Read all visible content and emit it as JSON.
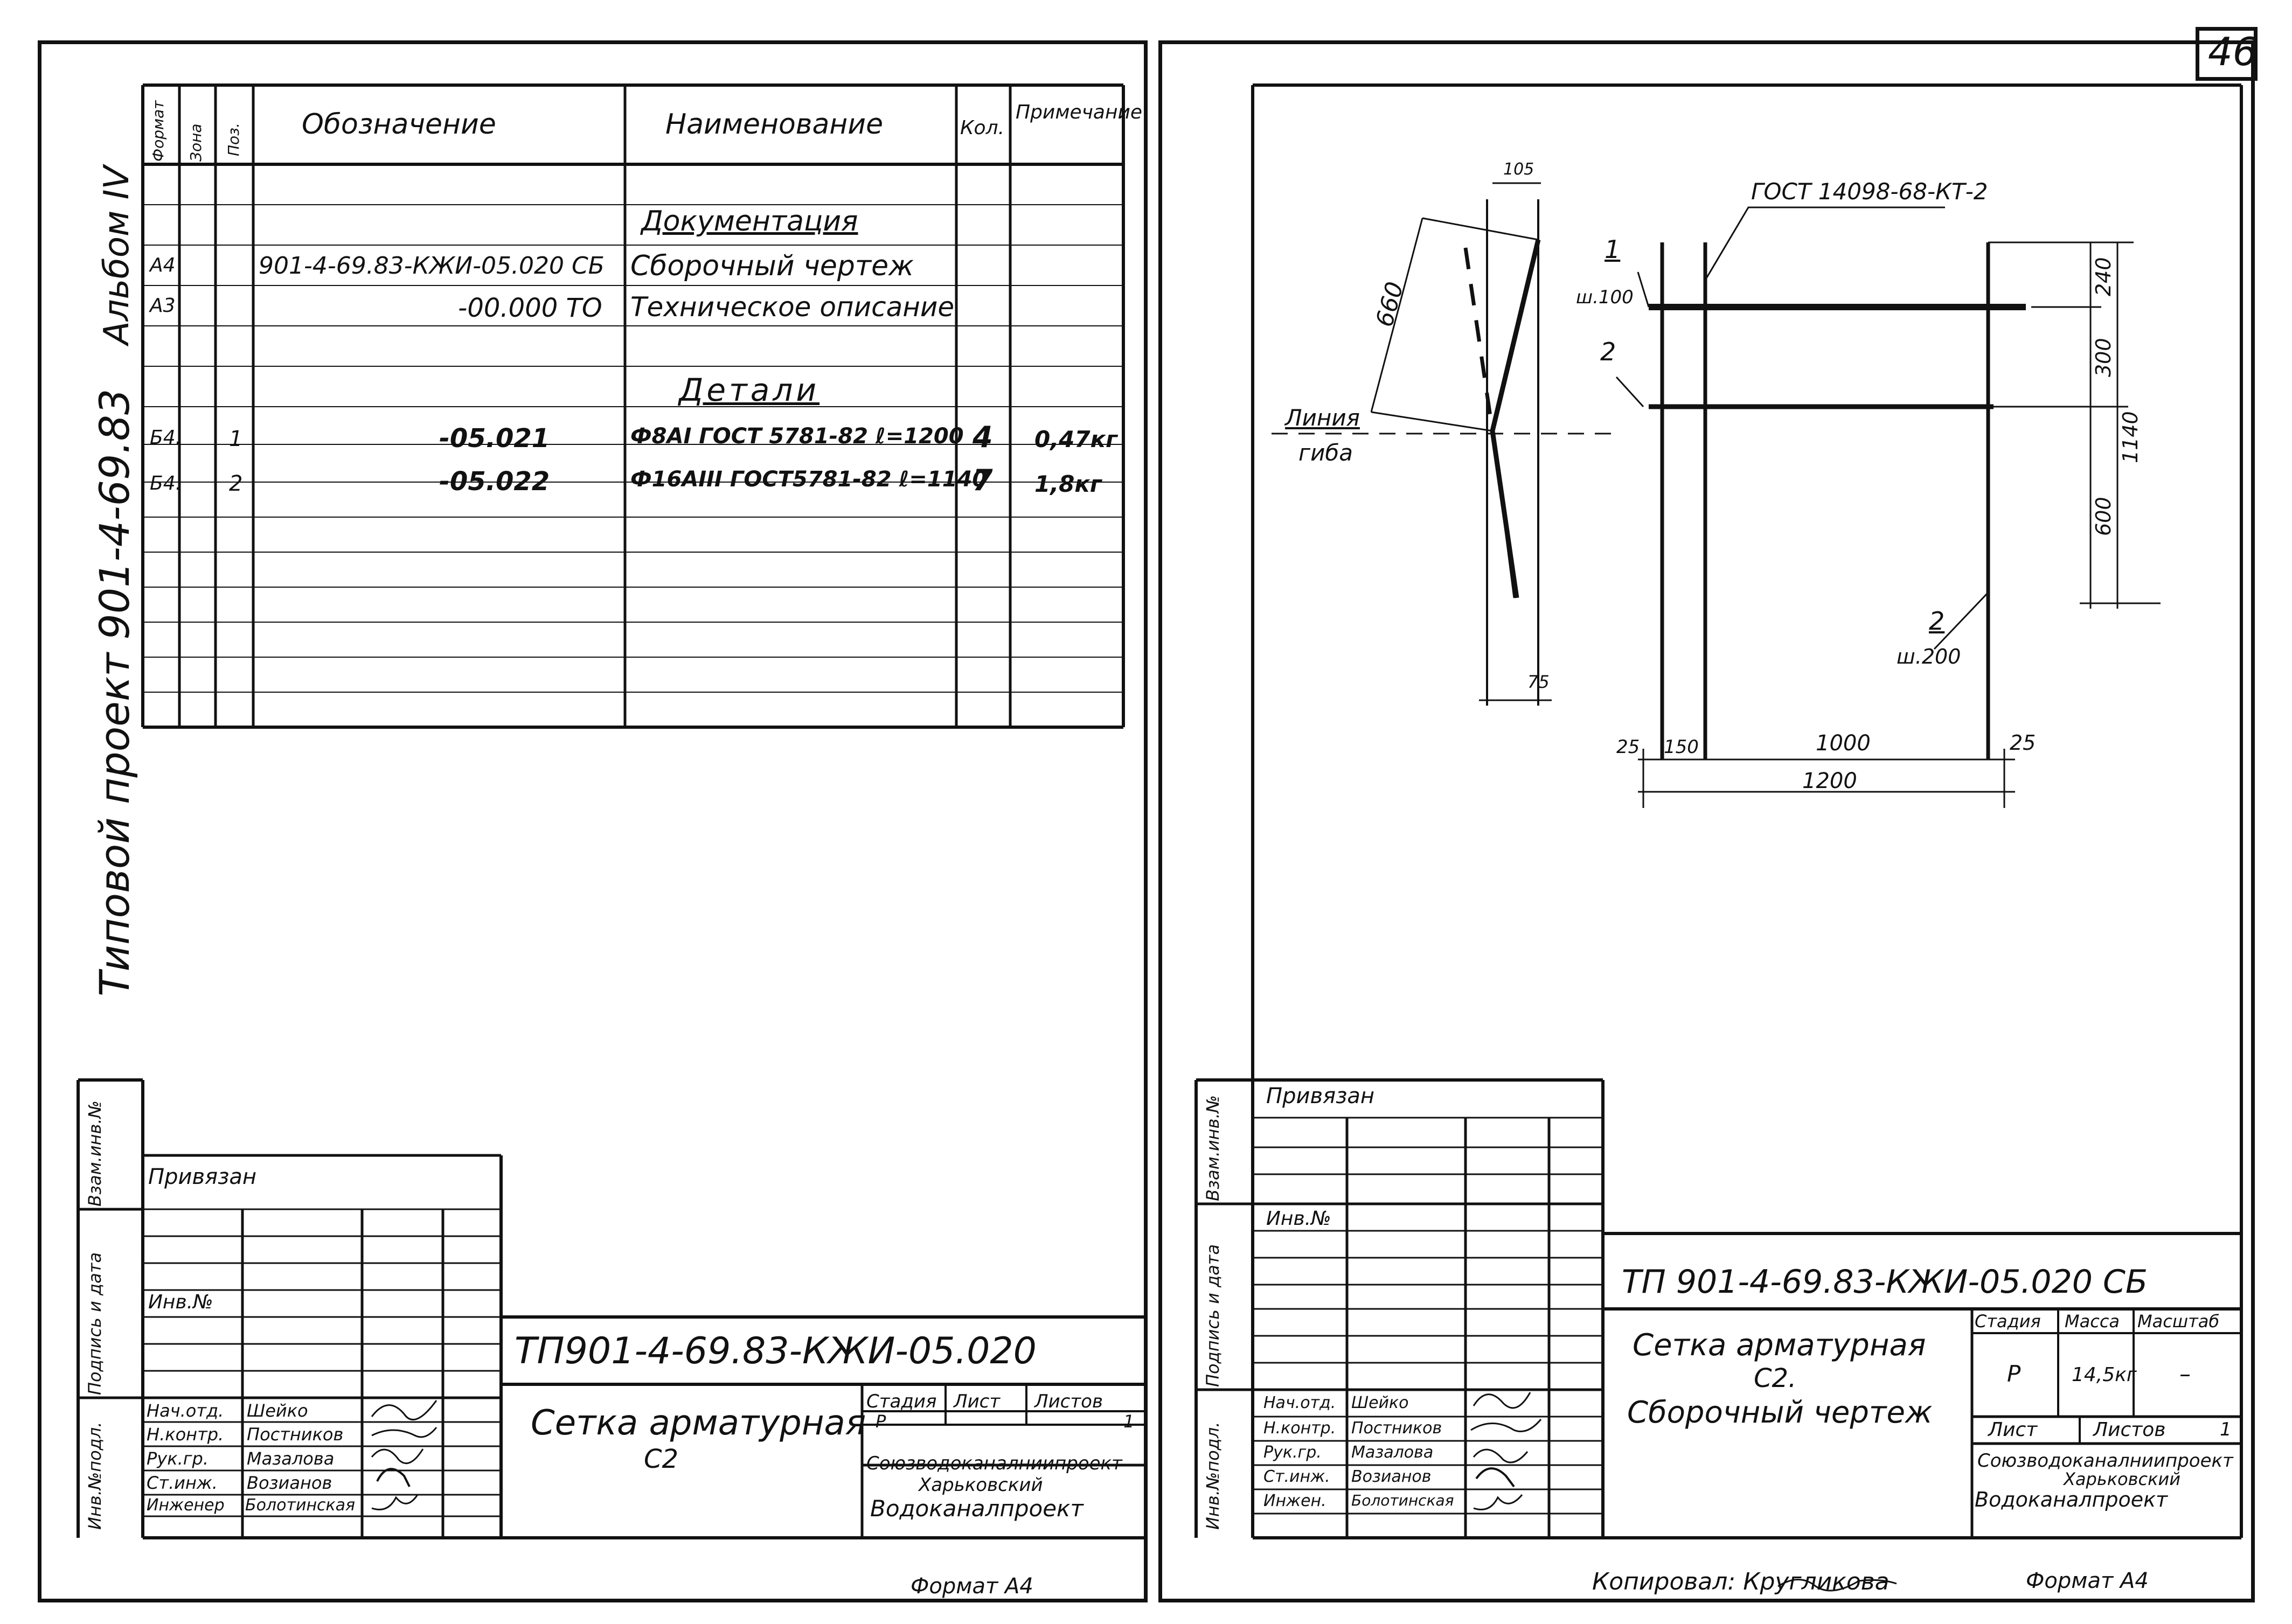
{
  "page_number": "46",
  "left_sheet": {
    "side_text": "Типовой проект 901-4-69.83",
    "side_album": "Альбом IV",
    "spec": {
      "headers": {
        "format": "Формат",
        "zone": "Зона",
        "pos": "Поз.",
        "designation": "Обозначение",
        "name": "Наименование",
        "qty": "Кол.",
        "note": "Примечание"
      },
      "section_docs": "Документация",
      "section_parts": "Детали",
      "rows": [
        {
          "format": "А4",
          "pos": "",
          "designation": "901-4-69.83-КЖИ-05.020 СБ",
          "name": "Сборочный чертеж",
          "qty": "",
          "note": ""
        },
        {
          "format": "А3",
          "pos": "",
          "designation": "-00.000 ТО",
          "name": "Техническое описание",
          "qty": "",
          "note": ""
        },
        {
          "format": "Б4.",
          "pos": "1",
          "designation": "-05.021",
          "name": "Ф8АI ГОСТ 5781-82 ℓ=1200",
          "qty": "4",
          "note": "0,47кг"
        },
        {
          "format": "Б4.",
          "pos": "2",
          "designation": "-05.022",
          "name": "Ф16АIII ГОСТ5781-82 ℓ=1140",
          "qty": "7",
          "note": "1,8кг"
        }
      ]
    },
    "side_stamp": {
      "inv_orig": "Инв.№подл.",
      "sign_date": "Подпись и дата",
      "inv_repl": "Взам.инв.№"
    },
    "title_block": {
      "privyazan": "Привязан",
      "inv_no": "Инв.№",
      "code": "ТП901-4-69.83-КЖИ-05.020",
      "title_line1": "Сетка арматурная",
      "title_line2": "С2",
      "stage_label": "Стадия",
      "sheet_label": "Лист",
      "sheets_label": "Листов",
      "stage": "Р",
      "sheets": "1",
      "org_line1": "Союзводоканалниипроект",
      "org_line2": "Харьковский",
      "org_line3": "Водоканалпроект",
      "staff": [
        {
          "role": "Нач.отд.",
          "name": "Шейко"
        },
        {
          "role": "Н.контр.",
          "name": "Постников"
        },
        {
          "role": "Рук.гр.",
          "name": "Мазалова"
        },
        {
          "role": "Ст.инж.",
          "name": "Возианов"
        },
        {
          "role": "Инженер",
          "name": "Болотинская"
        }
      ]
    },
    "format": "Формат А4"
  },
  "right_sheet": {
    "drawing": {
      "gost_label": "ГОСТ 14098-68-КТ-2",
      "bend_line_1": "Линия",
      "bend_line_2": "гиба",
      "dim_660": "660",
      "dim_105": "105",
      "dim_75": "75",
      "mark1": "1",
      "mark1_spacing": "ш.100",
      "mark2a": "2",
      "mark2b": "2",
      "mark2b_spacing": "ш.200",
      "dim_240": "240",
      "dim_300": "300",
      "dim_600": "600",
      "dim_1140": "1140",
      "dim_25a": "25",
      "dim_150": "150",
      "dim_1000": "1000",
      "dim_25b": "25",
      "dim_1200": "1200"
    },
    "side_stamp": {
      "inv_orig": "Инв.№подл.",
      "sign_date": "Подпись и дата",
      "inv_repl": "Взам.инв.№"
    },
    "title_block": {
      "privyazan": "Привязан",
      "inv_no": "Инв.№",
      "code": "ТП 901-4-69.83-КЖИ-05.020 СБ",
      "title_line1": "Сетка арматурная",
      "title_line2": "С2.",
      "title_line3": "Сборочный чертеж",
      "stage_label": "Стадия",
      "mass_label": "Масса",
      "scale_label": "Масштаб",
      "stage": "Р",
      "mass": "14,5кг",
      "scale": "–",
      "sheet_label": "Лист",
      "sheets_label": "Листов",
      "sheets": "1",
      "org_line1": "Союзводоканалниипроект",
      "org_line2": "Харьковский",
      "org_line3": "Водоканалпроект",
      "staff": [
        {
          "role": "Нач.отд.",
          "name": "Шейко"
        },
        {
          "role": "Н.контр.",
          "name": "Постников"
        },
        {
          "role": "Рук.гр.",
          "name": "Мазалова"
        },
        {
          "role": "Ст.инж.",
          "name": "Возианов"
        },
        {
          "role": "Инжен.",
          "name": "Болотинская"
        }
      ]
    },
    "copied_by": "Копировал: Кругликова",
    "format": "Формат А4"
  }
}
